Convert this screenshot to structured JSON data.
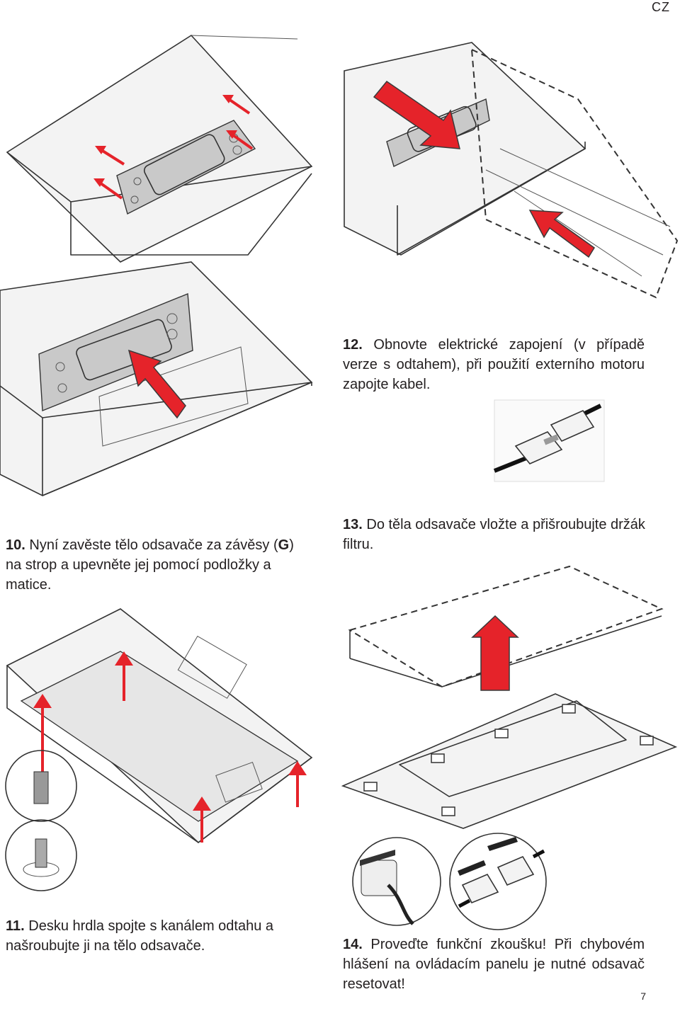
{
  "header": {
    "lang": "CZ"
  },
  "footer": {
    "page_number": "7"
  },
  "steps": {
    "s10": {
      "num": "10.",
      "text_a": " Nyní zavěste tělo odsavače za závěsy (",
      "g": "G",
      "text_b": ") na strop a upevněte jej pomocí podložky a matice."
    },
    "s11": {
      "num": "11.",
      "text": " Desku hrdla spojte s kanálem odtahu a našroubujte ji na tělo odsavače."
    },
    "s12": {
      "num": "12.",
      "text": " Obnovte elektrické zapojení (v případě verze s odtahem), při použití externího motoru zapojte kabel."
    },
    "s13": {
      "num": "13.",
      "text": " Do těla odsavače vložte a přišroubujte držák filtru."
    },
    "s14": {
      "num": "14.",
      "text": " Proveďte funkční zkoušku! Při chybovém hlášení na ovládacím panelu je nutné odsavač resetovat!"
    }
  },
  "colors": {
    "accent_red": "#e5232a",
    "plate_gray": "#c9c9c9",
    "text": "#231f20"
  },
  "icons": [
    "up-arrow-icon",
    "screw-detail-icon",
    "plug-icon",
    "connector-icon"
  ]
}
